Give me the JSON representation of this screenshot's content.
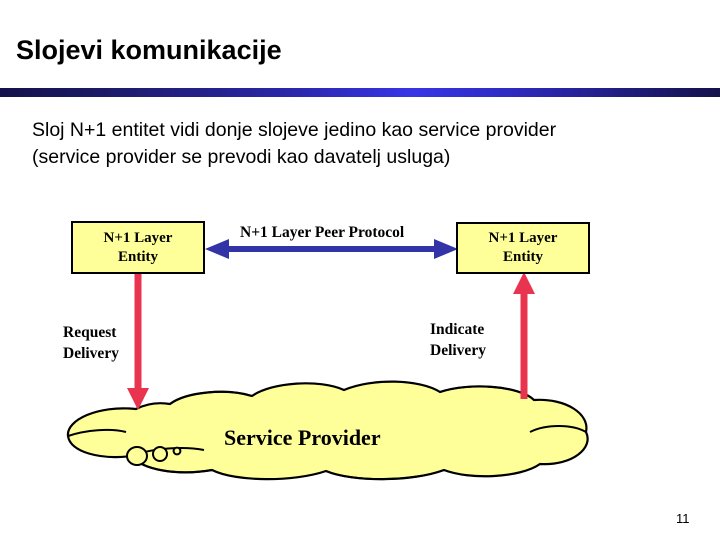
{
  "slide": {
    "title": "Slojevi komunikacije",
    "page_number": "11",
    "accent_rule_color": "#2a27a8",
    "body": {
      "line1": "Sloj N+1 entitet vidi donje slojeve jedino kao service provider",
      "line2": "(service provider se prevodi kao davatelj usluga)"
    }
  },
  "diagram": {
    "colors": {
      "box_fill": "#ffff99",
      "box_border": "#000000",
      "cloud_fill": "#ffff99",
      "cloud_border": "#000000",
      "peer_arrow": "#3333a8",
      "delivery_arrow": "#e8344f"
    },
    "entity_left": {
      "line1": "N+1 Layer",
      "line2": "Entity"
    },
    "entity_right": {
      "line1": "N+1 Layer",
      "line2": "Entity"
    },
    "peer_protocol_label": "N+1 Layer Peer Protocol",
    "request_delivery": {
      "line1": "Request",
      "line2": "Delivery"
    },
    "indicate_delivery": {
      "line1": "Indicate",
      "line2": "Delivery"
    },
    "service_provider_label": "Service Provider"
  }
}
